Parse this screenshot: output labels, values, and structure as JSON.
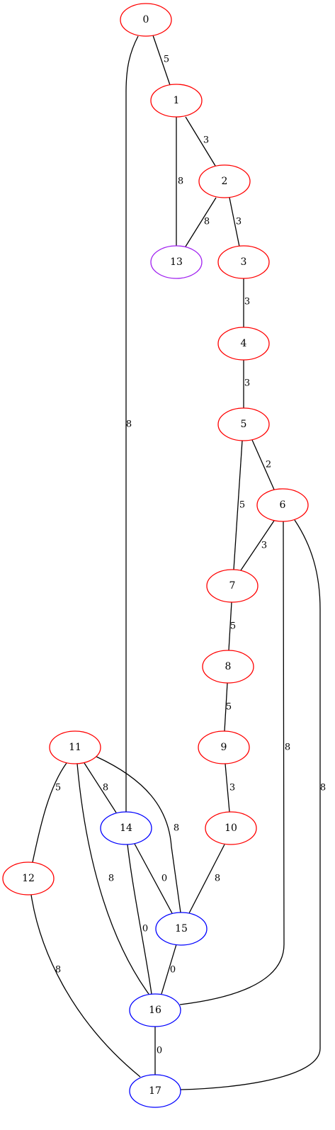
{
  "graph": {
    "colors": {
      "red": "#ff0000",
      "blue": "#0000ff",
      "purple": "#a020f0",
      "edge": "#000000"
    },
    "nodes": [
      {
        "id": "0",
        "label": "0",
        "color": "red"
      },
      {
        "id": "1",
        "label": "1",
        "color": "red"
      },
      {
        "id": "2",
        "label": "2",
        "color": "red"
      },
      {
        "id": "3",
        "label": "3",
        "color": "red"
      },
      {
        "id": "4",
        "label": "4",
        "color": "red"
      },
      {
        "id": "5",
        "label": "5",
        "color": "red"
      },
      {
        "id": "6",
        "label": "6",
        "color": "red"
      },
      {
        "id": "7",
        "label": "7",
        "color": "red"
      },
      {
        "id": "8",
        "label": "8",
        "color": "red"
      },
      {
        "id": "9",
        "label": "9",
        "color": "red"
      },
      {
        "id": "10",
        "label": "10",
        "color": "red"
      },
      {
        "id": "11",
        "label": "11",
        "color": "red"
      },
      {
        "id": "12",
        "label": "12",
        "color": "red"
      },
      {
        "id": "13",
        "label": "13",
        "color": "purple"
      },
      {
        "id": "14",
        "label": "14",
        "color": "blue"
      },
      {
        "id": "15",
        "label": "15",
        "color": "blue"
      },
      {
        "id": "16",
        "label": "16",
        "color": "blue"
      },
      {
        "id": "17",
        "label": "17",
        "color": "blue"
      }
    ],
    "edges": [
      {
        "from": "0",
        "to": "1",
        "weight": "5"
      },
      {
        "from": "0",
        "to": "14",
        "weight": "8"
      },
      {
        "from": "1",
        "to": "2",
        "weight": "3"
      },
      {
        "from": "1",
        "to": "13",
        "weight": "8"
      },
      {
        "from": "2",
        "to": "13",
        "weight": "8"
      },
      {
        "from": "2",
        "to": "3",
        "weight": "3"
      },
      {
        "from": "3",
        "to": "4",
        "weight": "3"
      },
      {
        "from": "4",
        "to": "5",
        "weight": "3"
      },
      {
        "from": "5",
        "to": "6",
        "weight": "2"
      },
      {
        "from": "5",
        "to": "7",
        "weight": "5"
      },
      {
        "from": "6",
        "to": "7",
        "weight": "3"
      },
      {
        "from": "6",
        "to": "16",
        "weight": "8"
      },
      {
        "from": "6",
        "to": "17",
        "weight": "8"
      },
      {
        "from": "7",
        "to": "8",
        "weight": "5"
      },
      {
        "from": "8",
        "to": "9",
        "weight": "5"
      },
      {
        "from": "9",
        "to": "10",
        "weight": "3"
      },
      {
        "from": "10",
        "to": "15",
        "weight": "8"
      },
      {
        "from": "11",
        "to": "12",
        "weight": "5"
      },
      {
        "from": "11",
        "to": "14",
        "weight": "8"
      },
      {
        "from": "11",
        "to": "15",
        "weight": "8"
      },
      {
        "from": "11",
        "to": "16",
        "weight": "8"
      },
      {
        "from": "12",
        "to": "17",
        "weight": "8"
      },
      {
        "from": "14",
        "to": "15",
        "weight": "0"
      },
      {
        "from": "14",
        "to": "16",
        "weight": "0"
      },
      {
        "from": "15",
        "to": "16",
        "weight": "0"
      },
      {
        "from": "16",
        "to": "17",
        "weight": "0"
      }
    ]
  }
}
